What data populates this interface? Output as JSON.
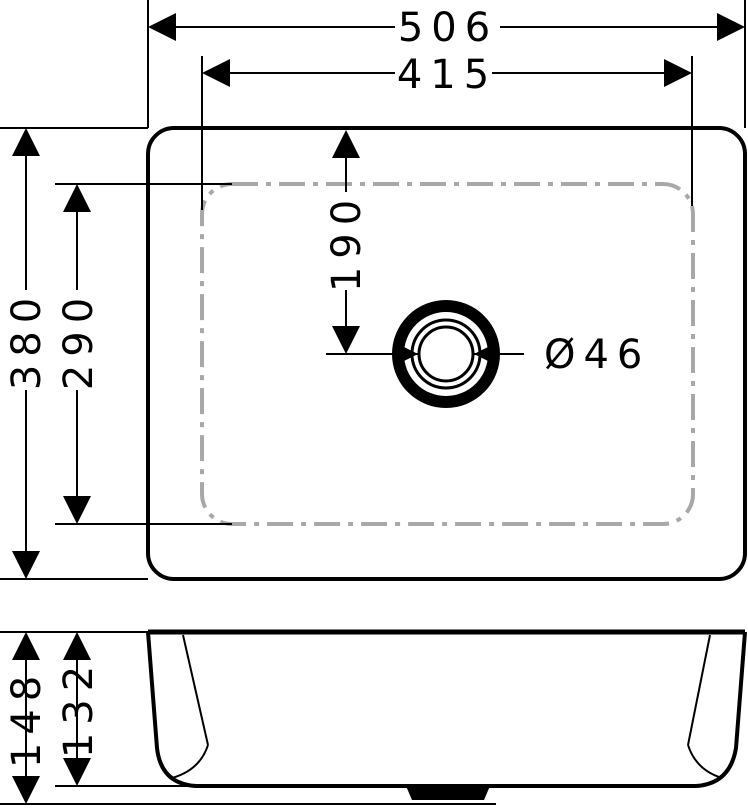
{
  "dimensions": {
    "overall_width": "506",
    "inner_width": "415",
    "overall_depth": "380",
    "inner_depth": "290",
    "drain_offset": "190",
    "drain_diameter": "Ø46",
    "overall_height": "148",
    "inner_height": "132"
  },
  "colors": {
    "line": "#000000",
    "inner_outline": "#a8a8a8",
    "background": "#ffffff"
  }
}
